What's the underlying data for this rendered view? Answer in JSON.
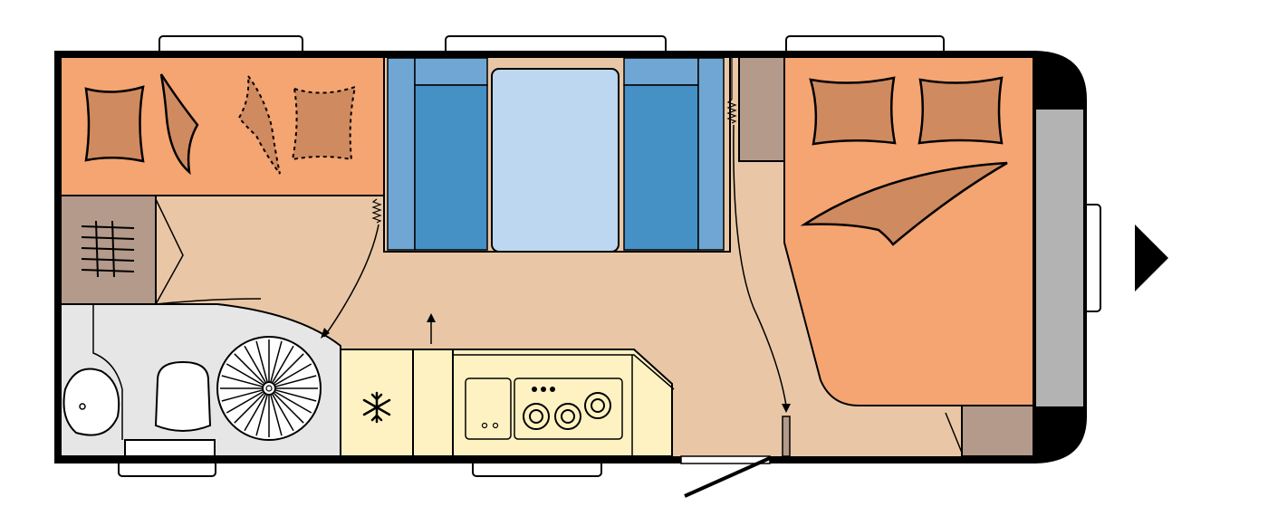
{
  "floorplan": {
    "direction_indicator": "front-arrow",
    "areas": [
      {
        "name": "rear-bed-area",
        "kind": "bed"
      },
      {
        "name": "dinette",
        "kind": "seating"
      },
      {
        "name": "table",
        "kind": "table"
      },
      {
        "name": "front-double-bed",
        "kind": "bed"
      },
      {
        "name": "bathroom",
        "kind": "washroom"
      },
      {
        "name": "kitchen",
        "kind": "kitchen"
      },
      {
        "name": "wardrobe",
        "kind": "storage"
      }
    ],
    "icons": [
      "snowflake-icon",
      "shower-icon",
      "toilet-icon",
      "washbasin-icon",
      "hob-icon",
      "sink-icon",
      "heater-icon"
    ],
    "colors": {
      "wall": "#000000",
      "floor": "#e9c7a6",
      "bed": "#f4a572",
      "pillow": "#d08a5f",
      "cabinet": "#b39a8b",
      "bench_light": "#6fa6d4",
      "bench_dark": "#4590c5",
      "table": "#bcd7ef",
      "kitchen": "#fff2c2",
      "bathroom": "#e6e6e6",
      "front_panel": "#b3b3b3"
    }
  }
}
